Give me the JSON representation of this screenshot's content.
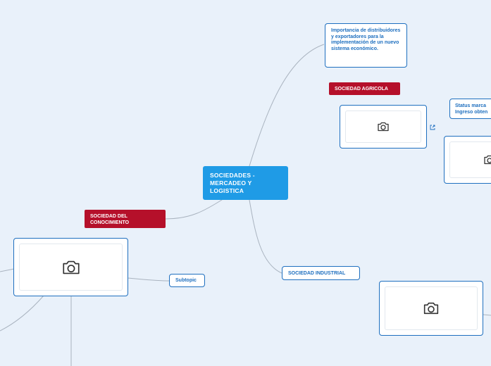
{
  "central": {
    "title": "SOCIEDADES - MERCADEO Y LOGISTICA"
  },
  "topics": {
    "sociedad_conocimiento": "SOCIEDAD DEL CONOCIMIENTO",
    "sociedad_agricola": "SOCIEDAD AGRICOLA",
    "sociedad_industrial": "SOCIEDAD INDUSTRIAL",
    "subtopic": "Subtopic",
    "importancia": "Importancia de distribuidores y exportadores para la implementación de un nuevo sistema económico.",
    "status": "Status marca Ingreso obten"
  },
  "icons": {
    "image_placeholder": "camera-icon",
    "link": "external-link-icon"
  },
  "colors": {
    "background": "#e9f1fa",
    "central": "#1f9be6",
    "main_topic": "#b5102a",
    "subtopic_border": "#1e6fbf",
    "connector": "#a9b3bf"
  }
}
